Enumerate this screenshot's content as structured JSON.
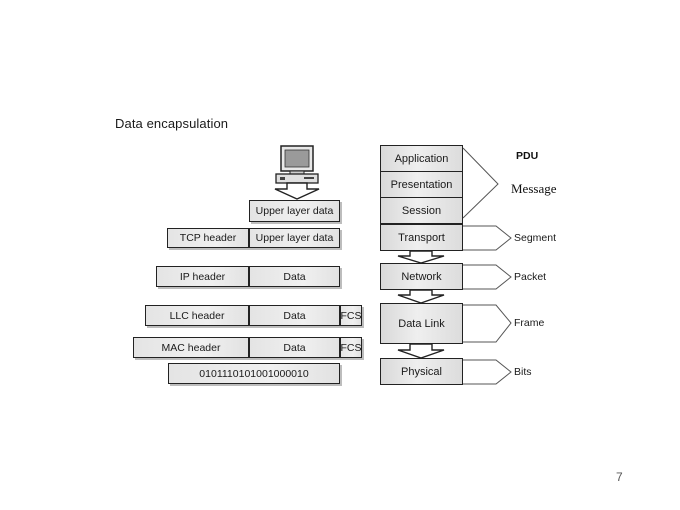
{
  "title": "Data encapsulation",
  "left_stack": {
    "upper": "Upper layer data",
    "tcp": {
      "header": "TCP header",
      "data": "Upper layer data"
    },
    "ip": {
      "header": "IP header",
      "data": "Data"
    },
    "llc": {
      "header": "LLC header",
      "data": "Data",
      "trailer": "FCS"
    },
    "mac": {
      "header": "MAC header",
      "data": "Data",
      "trailer": "FCS"
    },
    "bits": "0101110101001000010"
  },
  "osi_layers": [
    "Application",
    "Presentation",
    "Session",
    "Transport",
    "Network",
    "Data Link",
    "Physical"
  ],
  "pdu": {
    "heading": "PDU",
    "message": "Message",
    "segment": "Segment",
    "packet": "Packet",
    "frame": "Frame",
    "bits": "Bits"
  },
  "page_number": "7",
  "icons": {
    "computer": "computer-icon"
  }
}
